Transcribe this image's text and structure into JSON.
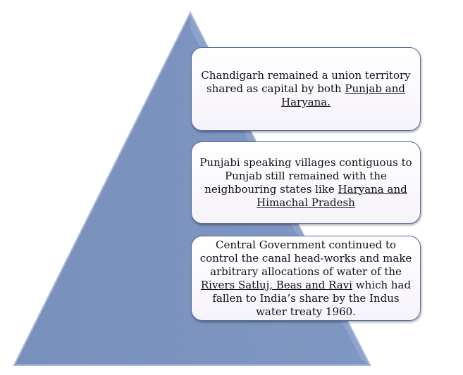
{
  "colors": {
    "triangle": "#7b93bd",
    "box_border": "#5a6f98"
  },
  "boxes": [
    {
      "text": "Chandigarh remained a union territory shared as capital by both",
      "underlined": "Punjab and Haryana.",
      "after": ""
    },
    {
      "text": "Punjabi speaking villages contiguous to Punjab still remained with the neighbouring states like",
      "underlined": "Haryana and Himachal Pradesh",
      "after": ""
    },
    {
      "text": "Central Government continued to control the canal head-works and make arbitrary allocations of water of the",
      "underlined": "Rivers Satluj, Beas and Ravi",
      "after": "which had fallen to India’s share by the Indus water treaty 1960."
    }
  ]
}
